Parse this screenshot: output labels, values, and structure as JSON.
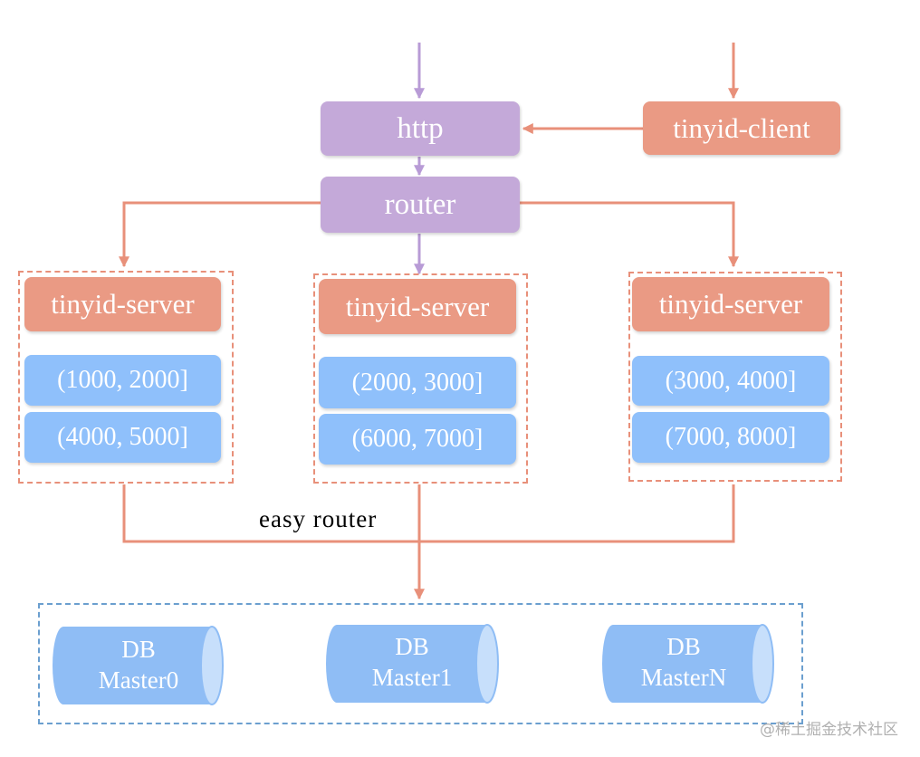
{
  "nodes": {
    "http": "http",
    "client": "tinyid-client",
    "router": "router"
  },
  "servers": [
    {
      "label": "tinyid-server",
      "ranges": [
        "(1000, 2000]",
        "(4000, 5000]"
      ]
    },
    {
      "label": "tinyid-server",
      "ranges": [
        "(2000, 3000]",
        "(6000, 7000]"
      ]
    },
    {
      "label": "tinyid-server",
      "ranges": [
        "(3000, 4000]",
        "(7000, 8000]"
      ]
    }
  ],
  "easy_router_label": "easy router",
  "databases": [
    {
      "line1": "DB",
      "line2": "Master0"
    },
    {
      "line1": "DB",
      "line2": "Master1"
    },
    {
      "line1": "DB",
      "line2": "MasterN"
    }
  ],
  "watermark": "@稀土掘金技术社区",
  "colors": {
    "purple_node": "#c4a9d9",
    "purple_arrow": "#b89bd6",
    "orange_node": "#ea9a84",
    "orange_line": "#e8907a",
    "range_blue": "#8fc0fb",
    "db_blue": "#8fbdf5",
    "db_border": "#6b9fcf"
  }
}
